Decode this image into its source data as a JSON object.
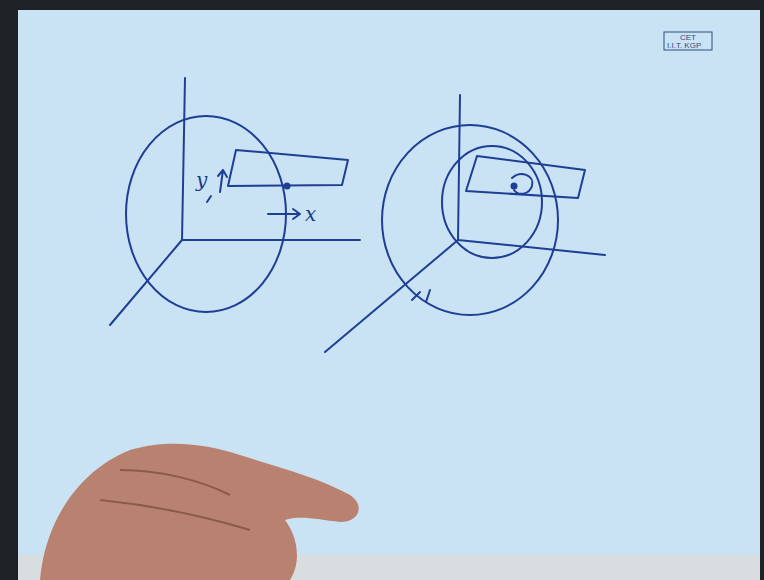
{
  "diagram": {
    "labels": [
      "y",
      "x",
      "CET",
      "I.I.T. KGP"
    ]
  }
}
